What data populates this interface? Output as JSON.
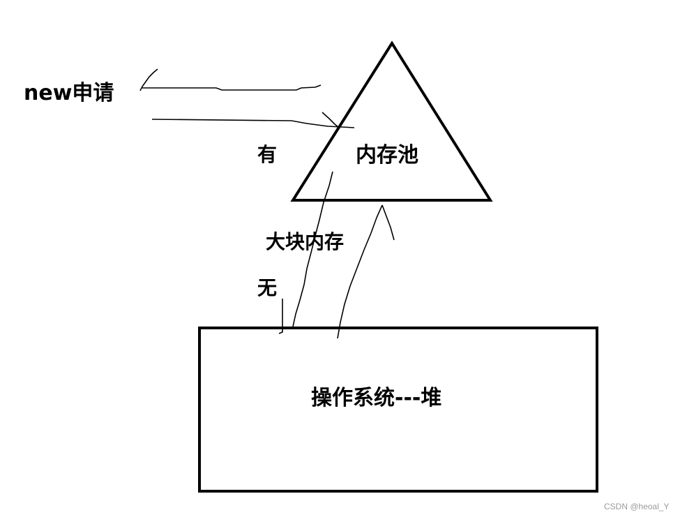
{
  "labels": {
    "request": "new申请",
    "pool": "内存池",
    "has": "有",
    "big_block": "大块内存",
    "none": "无",
    "heap": "操作系统---堆"
  },
  "watermark": "CSDN @heoal_Y",
  "colors": {
    "stroke": "#000000",
    "background": "#ffffff",
    "watermark": "#9a9a9a"
  }
}
